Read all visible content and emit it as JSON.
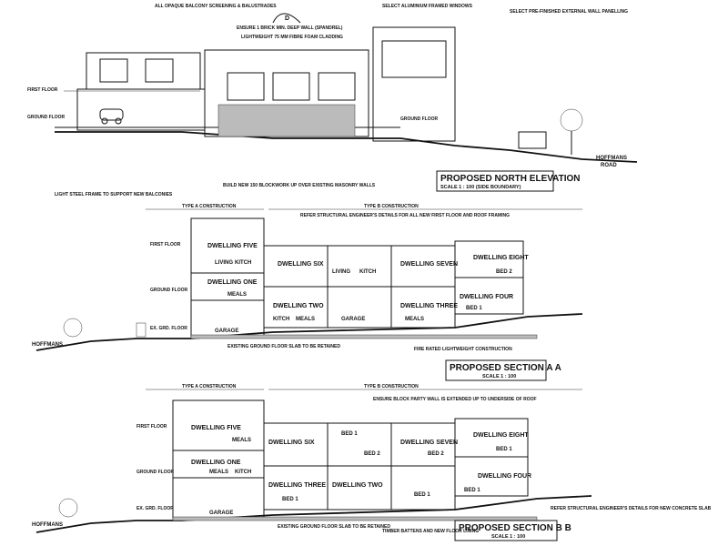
{
  "elevation": {
    "title": "PROPOSED NORTH ELEVATION",
    "scale": "SCALE 1 : 100 (SIDE BOUNDARY)",
    "road": "HOFFMANS",
    "road2": "ROAD",
    "section_marker": "D",
    "notes": [
      "ALL OPAQUE BALCONY SCREENING & BALUSTRADES",
      "SELECT ALUMINIUM FRAMED WINDOWS",
      "SELECT PRE-FINISHED EXTERNAL WALL PANELLING",
      "ENSURE 1 BRICK MIN. DEEP WALL (SPANDREL)",
      "LIGHTWEIGHT 75 MM FIBRE FOAM CLADDING"
    ],
    "levels": [
      "FIRST FLOOR",
      "GROUND FLOOR",
      "GROUND FLOOR"
    ]
  },
  "section_a": {
    "title": "PROPOSED SECTION A A",
    "scale": "SCALE 1 : 100",
    "road": "HOFFMANS",
    "type_a": "TYPE A CONSTRUCTION",
    "type_b": "TYPE B CONSTRUCTION",
    "dwellings": [
      "DWELLING FIVE",
      "DWELLING ONE",
      "DWELLING SIX",
      "DWELLING SEVEN",
      "DWELLING EIGHT",
      "DWELLING TWO",
      "DWELLING THREE",
      "DWELLING FOUR"
    ],
    "rooms": [
      "LIVING",
      "KITCH",
      "MEALS",
      "GARAGE",
      "KITCH",
      "MEALS",
      "GARAGE",
      "BED 1",
      "BED 2",
      "LIVING",
      "KITCH",
      "MEALS"
    ],
    "notes": [
      "LIGHT STEEL FRAME TO SUPPORT NEW BALCONIES",
      "BUILD NEW 150 BLOCKWORK UP OVER EXISTING MASONRY WALLS",
      "REFER STRUCTURAL ENGINEER'S DETAILS FOR ALL NEW FIRST FLOOR AND ROOF FRAMING",
      "EXISTING GROUND FLOOR SLAB TO BE RETAINED",
      "FIRE RATED LIGHTWEIGHT CONSTRUCTION"
    ],
    "levels": [
      "FIRST FLOOR",
      "GROUND FLOOR",
      "EX. GRD. FLOOR"
    ]
  },
  "section_b": {
    "title": "PROPOSED SECTION B B",
    "scale": "SCALE 1 : 100",
    "road": "HOFFMANS",
    "type_a": "TYPE A CONSTRUCTION",
    "type_b": "TYPE B CONSTRUCTION",
    "dwellings": [
      "DWELLING FIVE",
      "DWELLING ONE",
      "DWELLING SIX",
      "DWELLING SEVEN",
      "DWELLING EIGHT",
      "DWELLING TWO",
      "DWELLING THREE",
      "DWELLING FOUR"
    ],
    "rooms": [
      "MEALS",
      "KITCH",
      "MEALS",
      "GARAGE",
      "BED 1",
      "BED 2",
      "BED 1",
      "BED 2",
      "BED 1",
      "BED 1",
      "BED 1"
    ],
    "notes": [
      "ENSURE BLOCK PARTY WALL IS EXTENDED UP TO UNDERSIDE OF ROOF",
      "EXISTING GROUND FLOOR SLAB TO BE RETAINED",
      "TIMBER BATTENS AND NEW FLOOR LINING",
      "REFER STRUCTURAL ENGINEER'S DETAILS FOR NEW CONCRETE SLAB"
    ],
    "levels": [
      "FIRST FLOOR",
      "GROUND FLOOR",
      "EX. GRD. FLOOR"
    ]
  }
}
